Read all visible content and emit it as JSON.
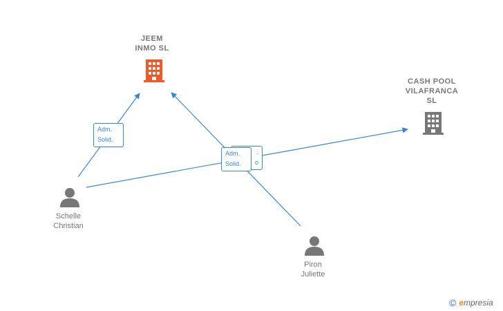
{
  "colors": {
    "edge": "#3a85d0",
    "company_main": "#f05a28",
    "company_other": "#777777",
    "person": "#777777"
  },
  "nodes": {
    "jeem": {
      "label": "JEEM\nINMO  SL",
      "icon": "building-icon"
    },
    "cashpool": {
      "label": "CASH POOL\nVILAFRANCA\nSL",
      "icon": "building-icon"
    },
    "schelle": {
      "label": "Schelle\nChristian",
      "icon": "person-icon"
    },
    "piron": {
      "label": "Piron\nJuliette",
      "icon": "person-icon"
    }
  },
  "edges": {
    "schelle_jeem": {
      "label": "Adm.\nSolid."
    },
    "schelle_cashpool": {
      "label": "Adm.\nSolid."
    },
    "piron_jeem": {
      "label": ".\no"
    }
  },
  "brand": {
    "copyright": "©",
    "e": "e",
    "name": "mpresia"
  }
}
